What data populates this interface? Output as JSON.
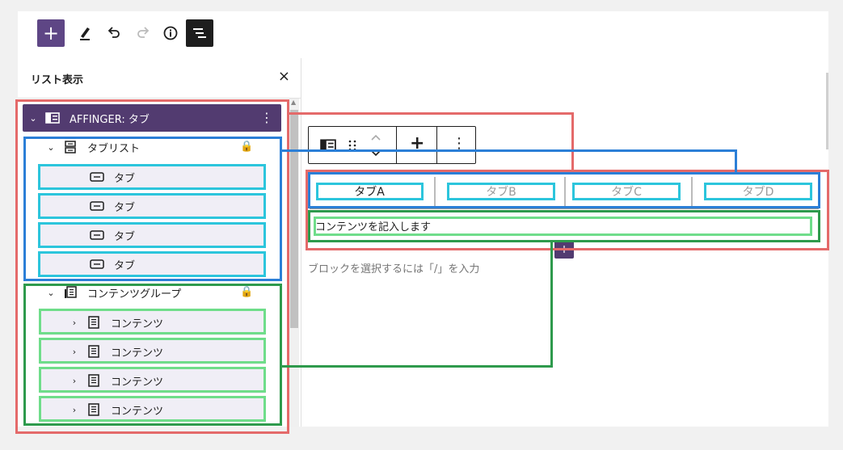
{
  "toolbar": {
    "add_icon": "plus-icon",
    "pen_icon": "pencil-icon",
    "undo_icon": "undo-icon",
    "redo_icon": "redo-icon",
    "info_icon": "info-icon",
    "list_icon": "list-view-icon"
  },
  "sidebar": {
    "title": "リスト表示",
    "close": "×",
    "root": {
      "label": "AFFINGER: タブ"
    },
    "tablist": {
      "label": "タブリスト",
      "items": [
        "タブ",
        "タブ",
        "タブ",
        "タブ"
      ]
    },
    "contents": {
      "label": "コンテンツグループ",
      "items": [
        "コンテンツ",
        "コンテンツ",
        "コンテンツ",
        "コンテンツ"
      ]
    }
  },
  "canvas": {
    "tabs": [
      "タブA",
      "タブB",
      "タブC",
      "タブD"
    ],
    "content_placeholder": "コンテンツを記入します",
    "append_hint": "ブロックを選択するには「/」を入力"
  },
  "colors": {
    "accent": "#523b70",
    "frame_red": "#e46a6a",
    "frame_blue": "#2b7fd7",
    "frame_green": "#2e9a4c",
    "frame_cyan": "#2cc5dc",
    "frame_lightgreen": "#6fdd8a"
  }
}
